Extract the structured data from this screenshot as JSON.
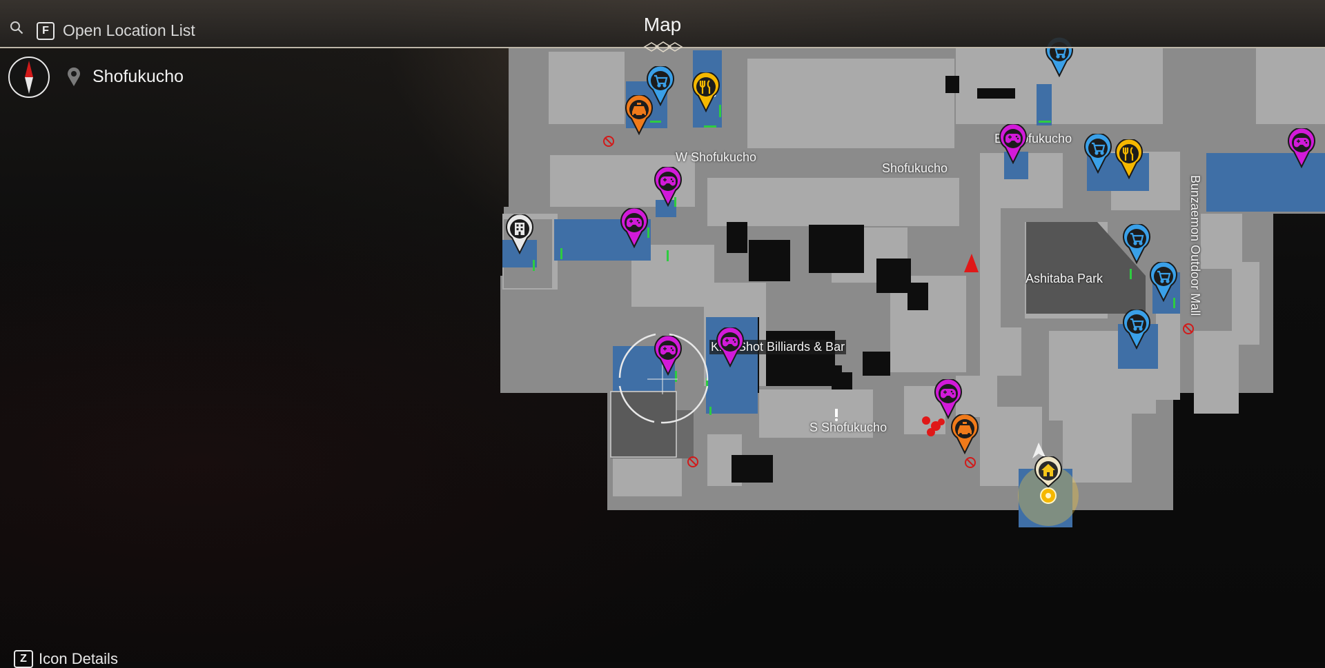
{
  "header": {
    "title": "Map",
    "search_key": "F",
    "search_label": "Open Location List"
  },
  "location": {
    "name": "Shofukucho"
  },
  "map": {
    "district_labels": {
      "w_shofukucho": "W Shofukucho",
      "shofukucho": "Shofukucho",
      "e_shofukucho": "E Shofukucho",
      "ashitaba_park": "Ashitaba Park",
      "s_shofukucho": "S Shofukucho",
      "bunzaemon_mall": "Bunzaemon Outdoor Mall",
      "kiss_shot": "Kiss Shot Billiards & Bar"
    },
    "marker_types": {
      "shop": {
        "icon": "shopping-cart-icon",
        "color": "#3aa0e8"
      },
      "restaurant": {
        "icon": "fork-knife-icon",
        "color": "#f5b800"
      },
      "taxi": {
        "icon": "taxi-icon",
        "color": "#f07a1a"
      },
      "game": {
        "icon": "gamepad-icon",
        "color": "#d21ad9"
      },
      "building": {
        "icon": "building-icon",
        "color": "#e8e8e8"
      },
      "home": {
        "icon": "home-icon",
        "color": "#f5c518"
      }
    }
  },
  "footer": {
    "details_key": "Z",
    "details_label": "Icon Details"
  },
  "colors": {
    "road": "#8a8a8a",
    "block": "#a9a9a9",
    "interior": "#3f6fa6",
    "restricted": "#d11a1a"
  }
}
